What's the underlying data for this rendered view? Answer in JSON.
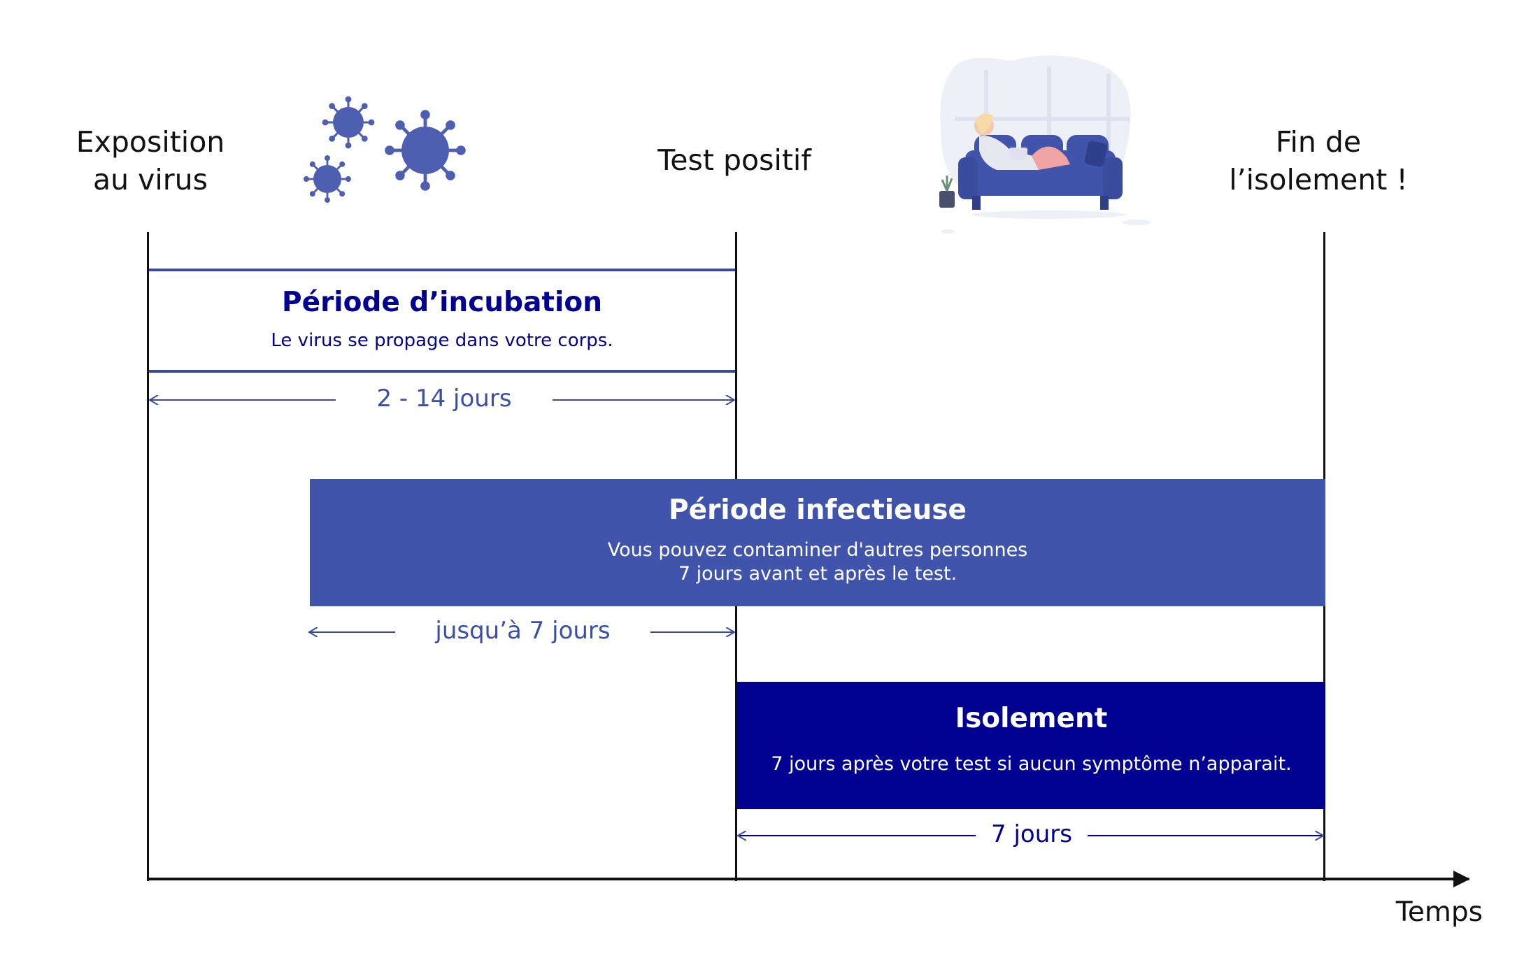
{
  "milestones": {
    "exposure": "Exposition\nau virus",
    "test": "Test positif",
    "end": "Fin de\nl’isolement !"
  },
  "periods": {
    "incubation": {
      "title": "Période d’incubation",
      "text": "Le virus se propage dans votre corps.",
      "duration": "2 - 14 jours"
    },
    "infectious": {
      "title": "Période infectieuse",
      "text_line1": "Vous pouvez contaminer d'autres personnes",
      "text_line2": "7 jours avant et après le test.",
      "duration": "jusqu’à 7 jours"
    },
    "isolation": {
      "title": "Isolement",
      "text": "7 jours après votre test si aucun symptôme n’apparait.",
      "duration": "7 jours"
    }
  },
  "axis": {
    "label": "Temps"
  },
  "colors": {
    "navy": "#000091",
    "blue": "#4054ab",
    "text_blue": "#3c4fa8",
    "black": "#111111"
  },
  "icons": [
    "virus-icon",
    "sofa-illustration"
  ]
}
